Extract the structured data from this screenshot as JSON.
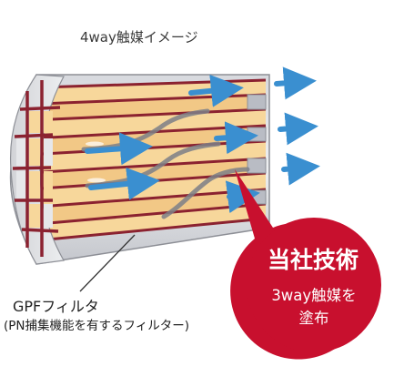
{
  "diagram": {
    "title": "4way触媒イメージ",
    "filter_label": "GPFフィルタ",
    "filter_sublabel": "(PN捕集機能を有するフィルター)",
    "badge": {
      "heading": "当社技術",
      "line1": "3way触媒を",
      "line2": "塗布"
    }
  },
  "colors": {
    "badge_red": "#c8102e",
    "channel_wall": "#8b2230",
    "channel_fill": "#f7d79b",
    "flow_arrow": "#3a8fd0",
    "housing_gray": "#9a9ca3"
  }
}
